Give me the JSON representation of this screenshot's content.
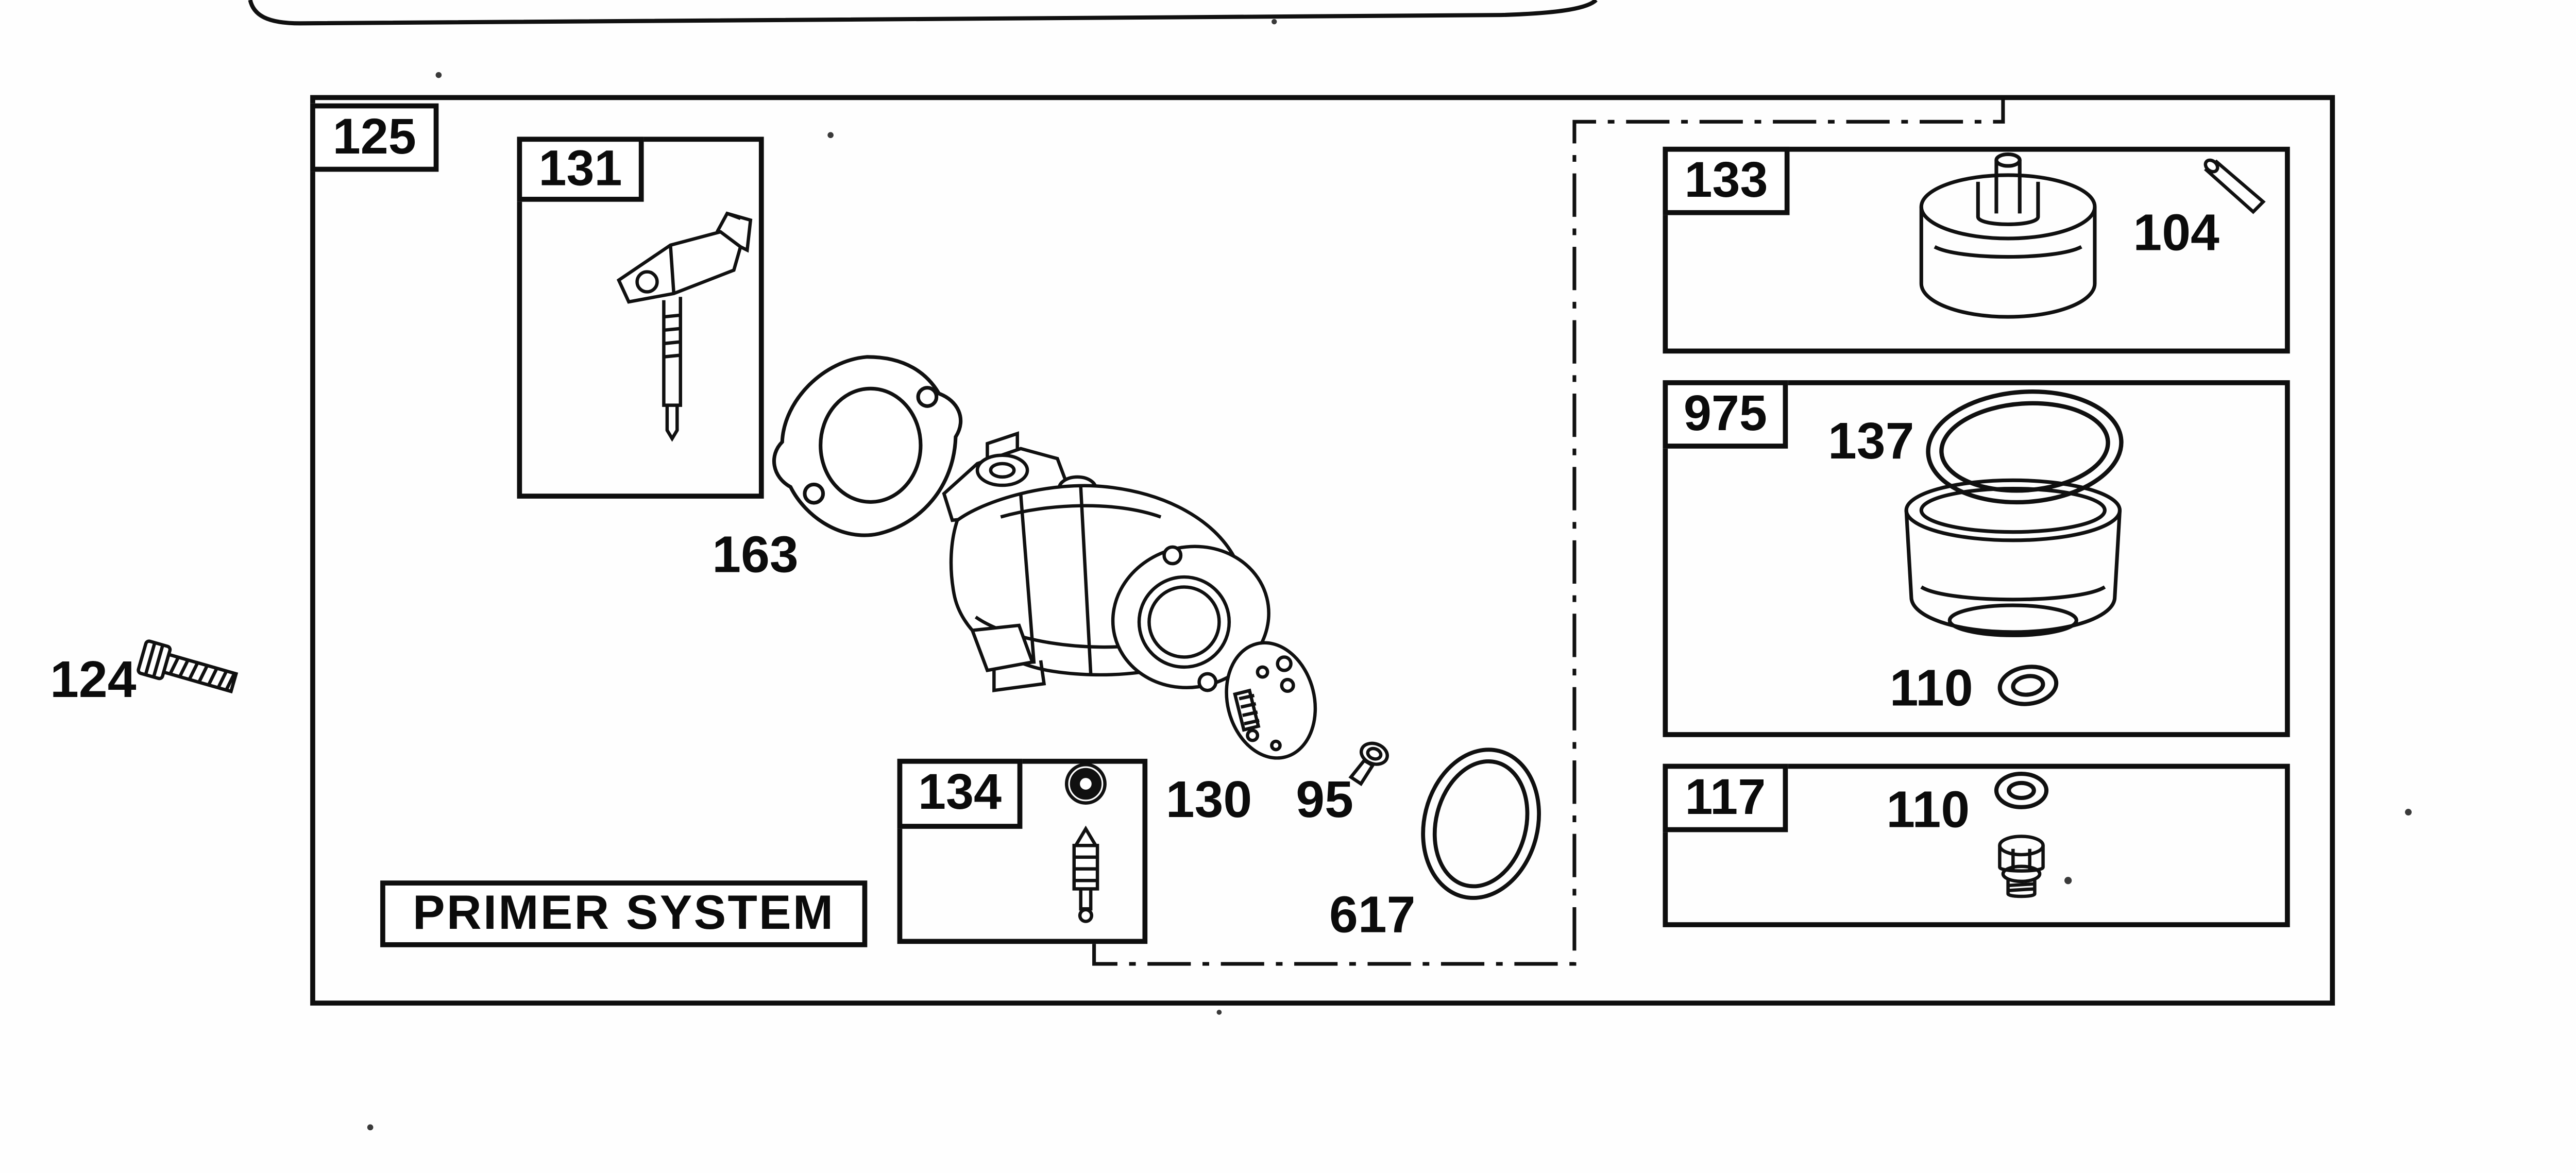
{
  "diagram": {
    "main": {
      "label": "125",
      "title": "PRIMER SYSTEM",
      "inset_131": {
        "label": "131"
      },
      "inset_134": {
        "label": "134"
      },
      "callouts": {
        "gasket": "163",
        "diaphragm_plate": "130",
        "screw": "95",
        "o_ring": "617"
      }
    },
    "outside": {
      "bolt": "124"
    },
    "right_group": {
      "box_133": {
        "label": "133",
        "pin": "104"
      },
      "box_975": {
        "label": "975",
        "gasket": "137",
        "washer": "110"
      },
      "box_117": {
        "label": "117",
        "washer": "110"
      }
    }
  }
}
